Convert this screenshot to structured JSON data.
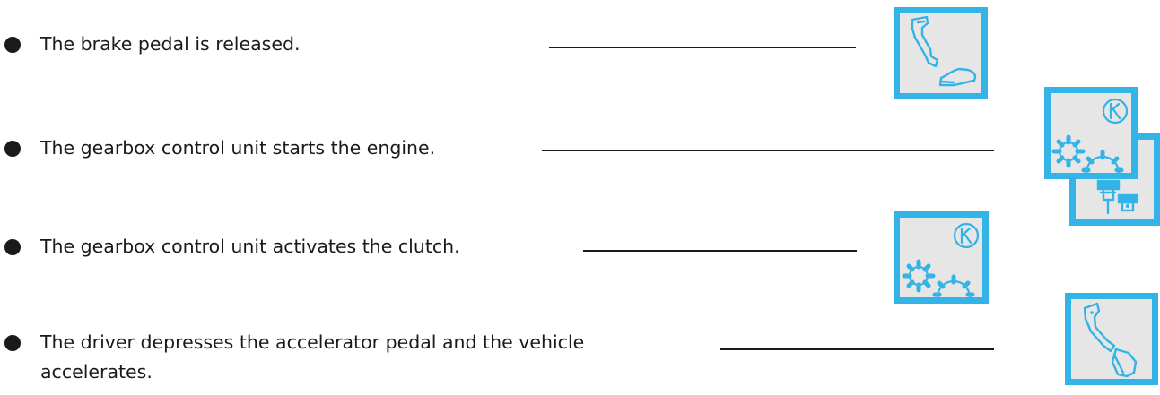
{
  "steps": [
    {
      "text": "The brake pedal is released.",
      "icon": "foot-releasing-brake-pedal-icon"
    },
    {
      "text": "The gearbox control unit starts the engine.",
      "icon": "control-unit-gears-and-engine-pistons-icon"
    },
    {
      "text": "The gearbox control unit activates the clutch.",
      "icon": "control-unit-gears-icon"
    },
    {
      "text_line1": "The driver depresses the accelerator pedal and the vehicle",
      "text_line2": "accelerates.",
      "icon": "accelerator-pedal-depressed-icon"
    }
  ],
  "colors": {
    "icon_border": "#33b3e6",
    "icon_background": "#e6e6e6",
    "text": "#1a1a1a"
  }
}
